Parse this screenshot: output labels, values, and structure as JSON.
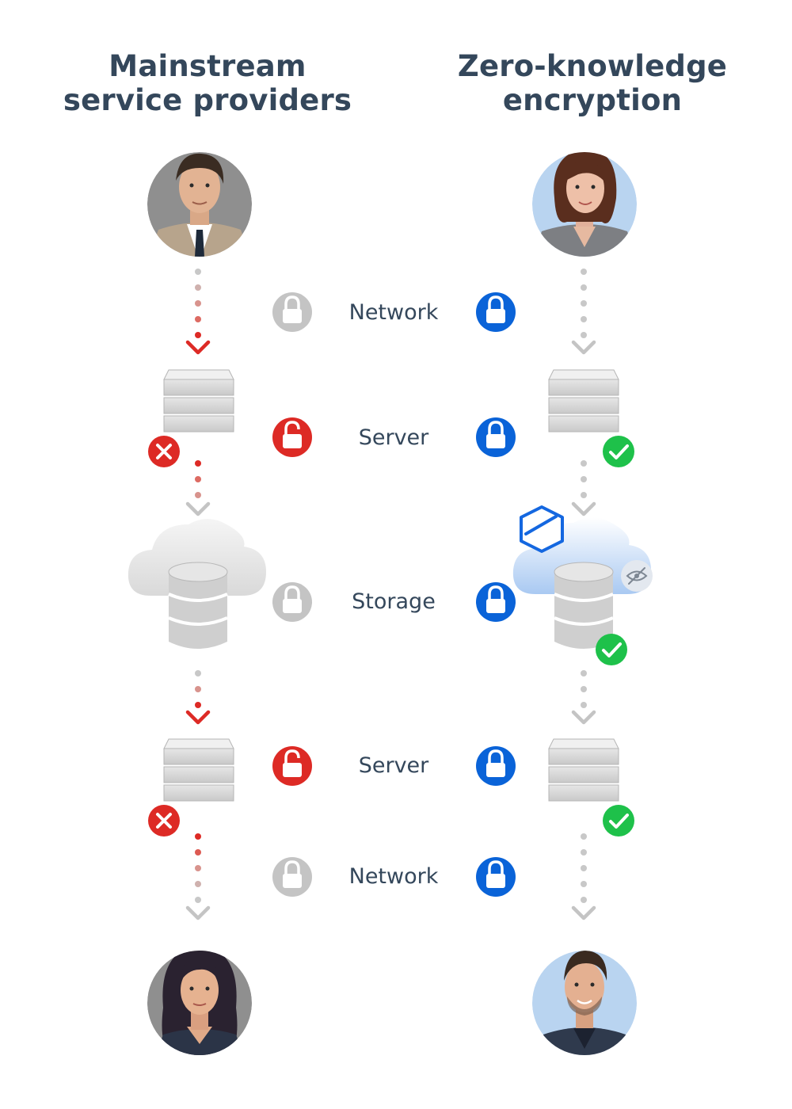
{
  "columns": {
    "left": {
      "title_line1": "Mainstream",
      "title_line2": "service providers"
    },
    "right": {
      "title_line1": "Zero-knowledge",
      "title_line2": "encryption"
    }
  },
  "rows": [
    {
      "label": "Network",
      "left_lock": "closed",
      "right_lock": "closed",
      "left_color": "#c4c4c4",
      "right_color": "#0a63d8"
    },
    {
      "label": "Server",
      "left_lock": "open",
      "right_lock": "closed",
      "left_color": "#dd2a25",
      "right_color": "#0a63d8"
    },
    {
      "label": "Storage",
      "left_lock": "closed",
      "right_lock": "closed",
      "left_color": "#c4c4c4",
      "right_color": "#0a63d8"
    },
    {
      "label": "Server",
      "left_lock": "open",
      "right_lock": "closed",
      "left_color": "#dd2a25",
      "right_color": "#0a63d8"
    },
    {
      "label": "Network",
      "left_lock": "closed",
      "right_lock": "closed",
      "left_color": "#c4c4c4",
      "right_color": "#0a63d8"
    }
  ],
  "icons": {
    "left_server_status": "x-icon",
    "right_server_status": "check-icon",
    "right_storage_badge": "hidden-eye-icon",
    "right_brand": "hexagon-logo-icon"
  },
  "colors": {
    "danger": "#dd2a25",
    "secure": "#0a63d8",
    "ok": "#1ec14a",
    "neutral": "#c4c4c4",
    "left_avatar_bg": "#8f8f8f",
    "right_avatar_bg": "#b9d4f0"
  }
}
